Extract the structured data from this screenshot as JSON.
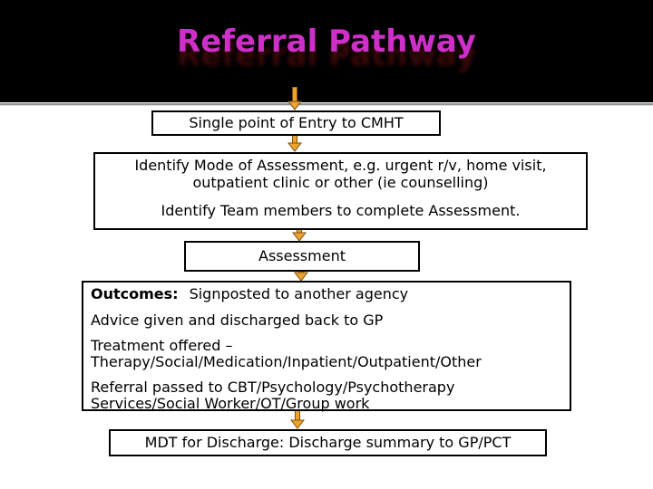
{
  "slide": {
    "title": "Referral Pathway"
  },
  "flowchart": {
    "entry_box": {
      "text": "Single point of Entry to CMHT"
    },
    "mode_box": {
      "para1": "Identify Mode of Assessment, e.g. urgent r/v, home visit, outpatient clinic or other (ie counselling)",
      "para2": "Identify Team members to complete Assessment."
    },
    "assessment_box": {
      "text": "Assessment"
    },
    "outcomes_box": {
      "label": "Outcomes:",
      "items": [
        "Signposted to another agency",
        "Advice given and discharged back to GP",
        "Treatment offered – Therapy/Social/Medication/Inpatient/Outpatient/Other",
        "Referral passed to CBT/Psychology/Psychotherapy Services/Social Worker/OT/Group work"
      ]
    },
    "discharge_box": {
      "text": "MDT for Discharge: Discharge summary to GP/PCT"
    }
  },
  "colors": {
    "header_bg": "#000000",
    "title_text": "#cd2fc8",
    "title_reflection": "#3c0909",
    "divider": "#919191",
    "box_border": "#000000",
    "box_bg": "#ffffff",
    "arrow_fill": "#efa32f",
    "arrow_outline": "#7a520e"
  },
  "icons": {
    "arrow": "arrow-down-icon"
  }
}
